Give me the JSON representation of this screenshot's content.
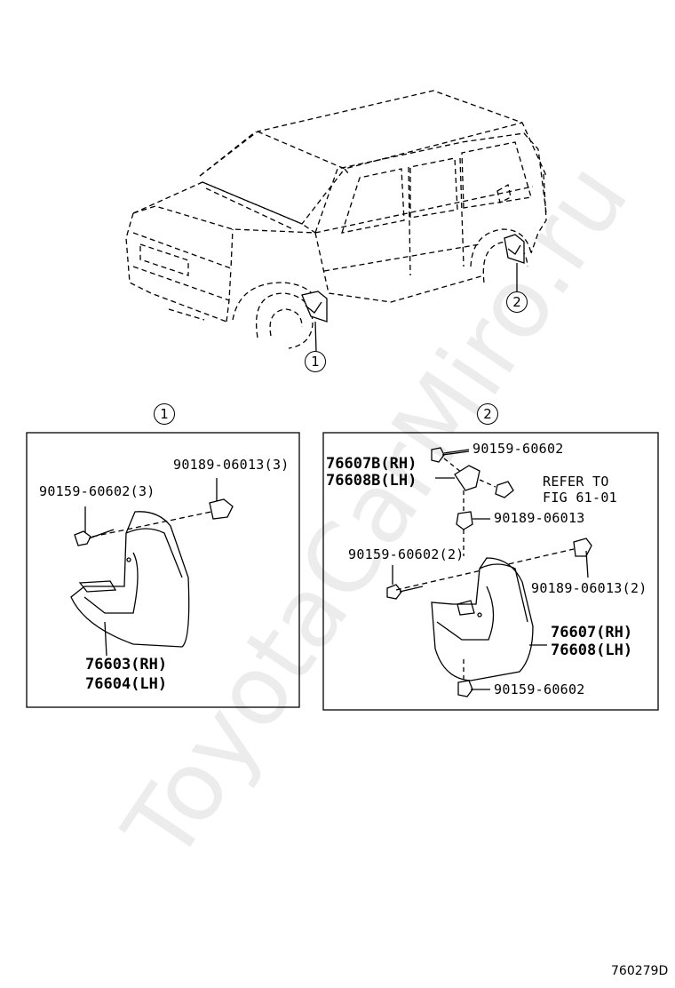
{
  "watermark": "ToyotaCarMiro.ru",
  "callouts": {
    "one": "1",
    "two": "2"
  },
  "panel1": {
    "parts": {
      "bolt_left": "90159-60602(3)",
      "clip_right": "90189-06013(3)",
      "flap_rh": "76603(RH)",
      "flap_lh": "76604(LH)"
    }
  },
  "panel2": {
    "parts": {
      "bracket_rh": "76607B(RH)",
      "bracket_lh": "76608B(LH)",
      "bolt_top": "90159-60602",
      "refer_1": "REFER TO",
      "refer_2": "FIG 61-01",
      "clip_mid": "90189-06013",
      "bolt_left": "90159-60602(2)",
      "clip_right": "90189-06013(2)",
      "flap_rh": "76607(RH)",
      "flap_lh": "76608(LH)",
      "bolt_bottom": "90159-60602"
    }
  },
  "figure_code": "760279D"
}
